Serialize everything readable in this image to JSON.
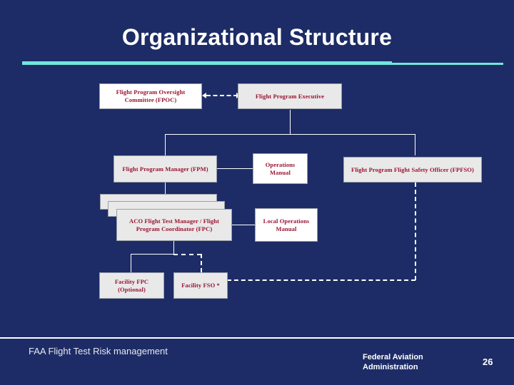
{
  "slide": {
    "title": "Organizational Structure",
    "background_color": "#1d2c66",
    "accent_color": "#6fe8d8",
    "node_text_color": "#9b1331"
  },
  "nodes": {
    "fpoc": {
      "label": "Flight Program Oversight Committee (FPOC)"
    },
    "fp_executive": {
      "label": "Flight Program Executive"
    },
    "fpm": {
      "label": "Flight Program Manager (FPM)"
    },
    "operations_manual": {
      "label": "Operations Manual"
    },
    "fpfso": {
      "label": "Flight Program Flight Safety Officer (FPFSO)"
    },
    "fpc": {
      "label": "ACO Flight Test Manager / Flight Program Coordinator (FPC)"
    },
    "local_operations_manual": {
      "label": "Local Operations Manual"
    },
    "facility_fpc": {
      "label": "Facility FPC (Optional)"
    },
    "facility_fso": {
      "label": "Facility FSO *"
    }
  },
  "footer": {
    "left_text": "FAA  Flight Test Risk management",
    "agency_line1": "Federal Aviation",
    "agency_line2": "Administration",
    "page_number": "26"
  }
}
